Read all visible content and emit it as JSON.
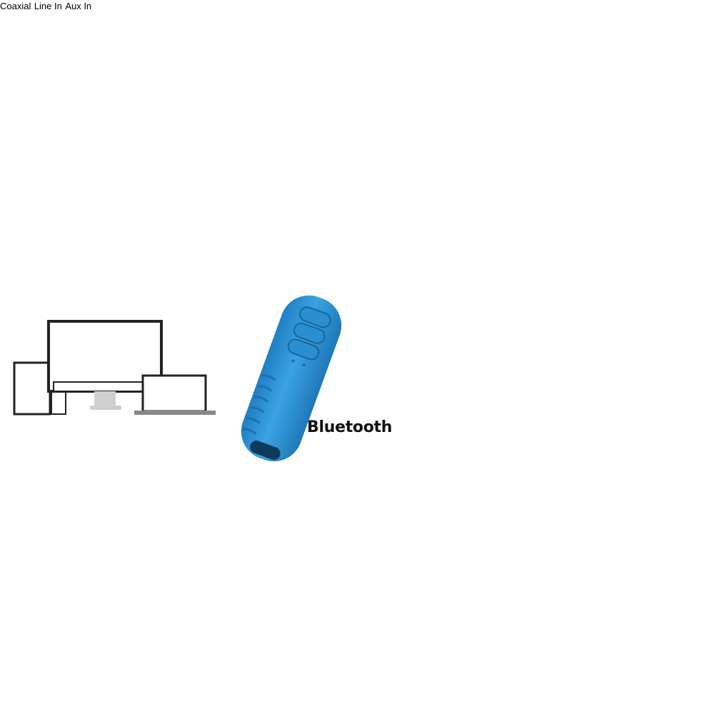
{
  "device": {
    "label": "Bluetooth",
    "color": "#2f95d6"
  },
  "outputs": {
    "speakers": {
      "icon": "speaker-system-icon"
    },
    "receiver": {
      "inputs": [
        "Coaxial",
        "Line In",
        "Aux In"
      ],
      "connector_colors": {
        "coaxial": "#e8d514",
        "line_in_left": "#c62828",
        "line_in_right": "#f2f2f2",
        "aux_in": "#7fd6a8"
      }
    },
    "headphones": {
      "icon": "earphones-icon"
    }
  },
  "sources": {
    "icons": [
      "tablet-icon",
      "monitor-icon",
      "laptop-icon"
    ]
  },
  "colors": {
    "line": "#111111",
    "receiver_panel": "#2a2f57",
    "speaker_panel_bg": "#4a4a4a"
  }
}
